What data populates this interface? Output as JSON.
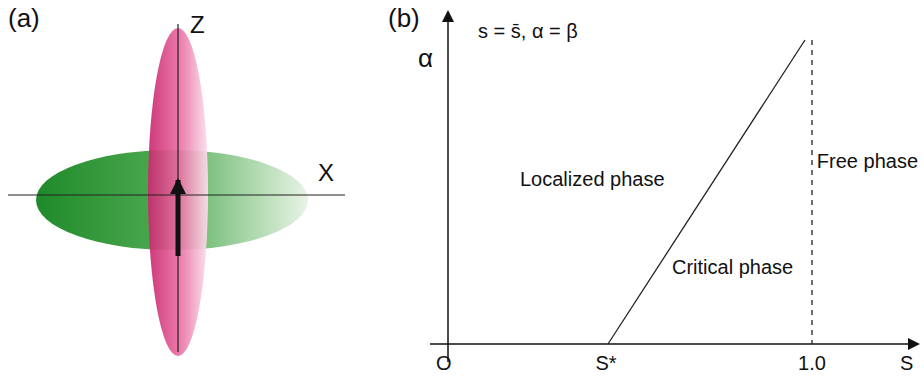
{
  "diagram": {
    "labels": [
      "(a)",
      "Z",
      "X",
      "(b)",
      "α",
      "s = s̄, α = β",
      "Localized phase",
      "Free phase",
      "Critical phase",
      "O",
      "S*",
      "1.0",
      "S"
    ]
  }
}
